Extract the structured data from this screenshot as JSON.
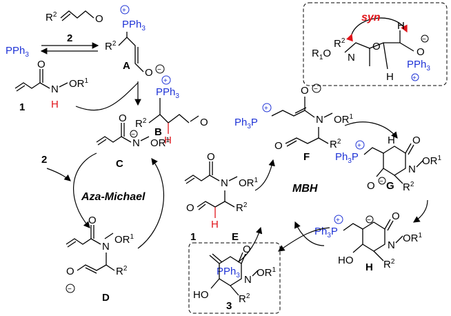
{
  "reagents": {
    "pph3_left": "PPh3",
    "pph3_mid": "PPh3",
    "cmpd2_label": "2",
    "cmpd2_label_left": "2",
    "cmpd1_label": "1",
    "cmpd1_label_mid": "1",
    "cmpd3_label": "3"
  },
  "intermediates": {
    "A": "A",
    "B": "B",
    "C": "C",
    "D": "D",
    "E": "E",
    "F": "F",
    "G": "G",
    "H": "H"
  },
  "cycles": {
    "left": "Aza-Michael",
    "right": "MBH"
  },
  "stereo_note": "syn",
  "atoms": {
    "P": "P",
    "Ph3": "Ph3",
    "O": "O",
    "N": "N",
    "H": "H",
    "R2": "R2",
    "OR1": "OR1",
    "R1O": "R1O",
    "HO": "HO",
    "plus": "+",
    "minus": "−"
  },
  "colors": {
    "phosphonium": "#1f33d6",
    "highlight": "#e0141a",
    "bond": "#000000"
  }
}
